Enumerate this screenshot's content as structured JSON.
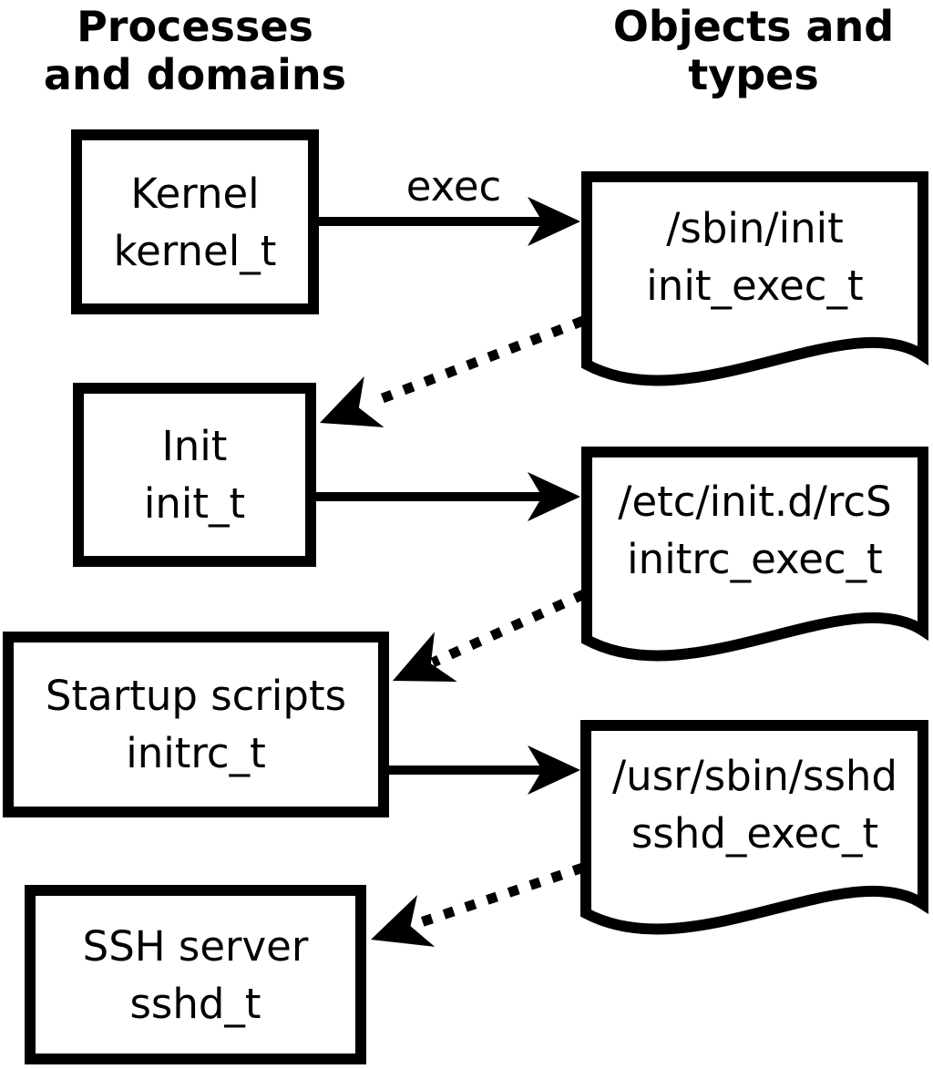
{
  "headers": {
    "left": {
      "line1": "Processes",
      "line2": "and domains"
    },
    "right": {
      "line1": "Objects and",
      "line2": "types"
    }
  },
  "processes": [
    {
      "name": "Kernel",
      "type": "kernel_t"
    },
    {
      "name": "Init",
      "type": "init_t"
    },
    {
      "name": "Startup scripts",
      "type": "initrc_t"
    },
    {
      "name": "SSH server",
      "type": "sshd_t"
    }
  ],
  "objects": [
    {
      "path": "/sbin/init",
      "type": "init_exec_t"
    },
    {
      "path": "/etc/init.d/rcS",
      "type": "initrc_exec_t"
    },
    {
      "path": "/usr/sbin/sshd",
      "type": "sshd_exec_t"
    }
  ],
  "edges": {
    "exec_label": "exec",
    "solid": [
      {
        "from": "kernel_t",
        "to": "init_exec_t",
        "label": "exec"
      },
      {
        "from": "init_t",
        "to": "initrc_exec_t",
        "label": ""
      },
      {
        "from": "initrc_t",
        "to": "sshd_exec_t",
        "label": ""
      }
    ],
    "dotted": [
      {
        "from": "init_exec_t",
        "to": "init_t"
      },
      {
        "from": "initrc_exec_t",
        "to": "initrc_t"
      },
      {
        "from": "sshd_exec_t",
        "to": "sshd_t"
      }
    ]
  },
  "colors": {
    "ink": "#000000",
    "background": "#ffffff"
  }
}
